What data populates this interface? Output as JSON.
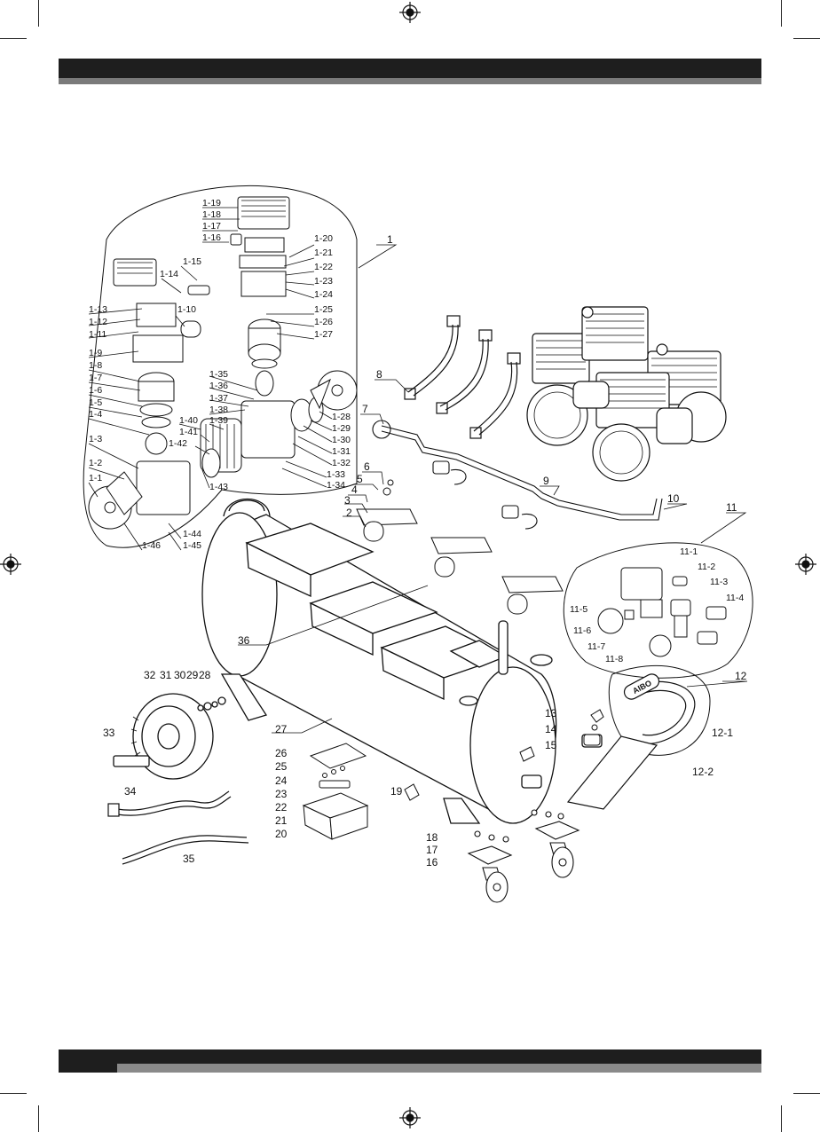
{
  "motor_group_labels": [
    "1-19",
    "1-18",
    "1-17",
    "1-16",
    "1-20",
    "1-21",
    "1-22",
    "1-23",
    "1-24",
    "1-25",
    "1-26",
    "1-27",
    "1-15",
    "1-14",
    "1-13",
    "1-12",
    "1-11",
    "1-10",
    "1-9",
    "1-8",
    "1-7",
    "1-6",
    "1-5",
    "1-4",
    "1-3",
    "1-2",
    "1-1",
    "1-46",
    "1-45",
    "1-44",
    "1-43",
    "1-42",
    "1-41",
    "1-40",
    "1-39",
    "1-38",
    "1-37",
    "1-36",
    "1-35",
    "1-28",
    "1-29",
    "1-30",
    "1-31",
    "1-32",
    "1-33",
    "1-34"
  ],
  "main_labels": [
    "1",
    "2",
    "3",
    "4",
    "5",
    "6",
    "7",
    "8",
    "9",
    "10",
    "11",
    "12",
    "13",
    "14",
    "15",
    "16",
    "17",
    "18",
    "19",
    "20",
    "21",
    "22",
    "23",
    "24",
    "25",
    "26",
    "27",
    "28",
    "29",
    "30",
    "31",
    "32",
    "33",
    "34",
    "35",
    "36"
  ],
  "regulator_labels": [
    "11-1",
    "11-2",
    "11-3",
    "11-4",
    "11-5",
    "11-6",
    "11-7",
    "11-8"
  ],
  "handle_labels": [
    "12-1",
    "12-2"
  ],
  "handle_brand": "AIBO"
}
